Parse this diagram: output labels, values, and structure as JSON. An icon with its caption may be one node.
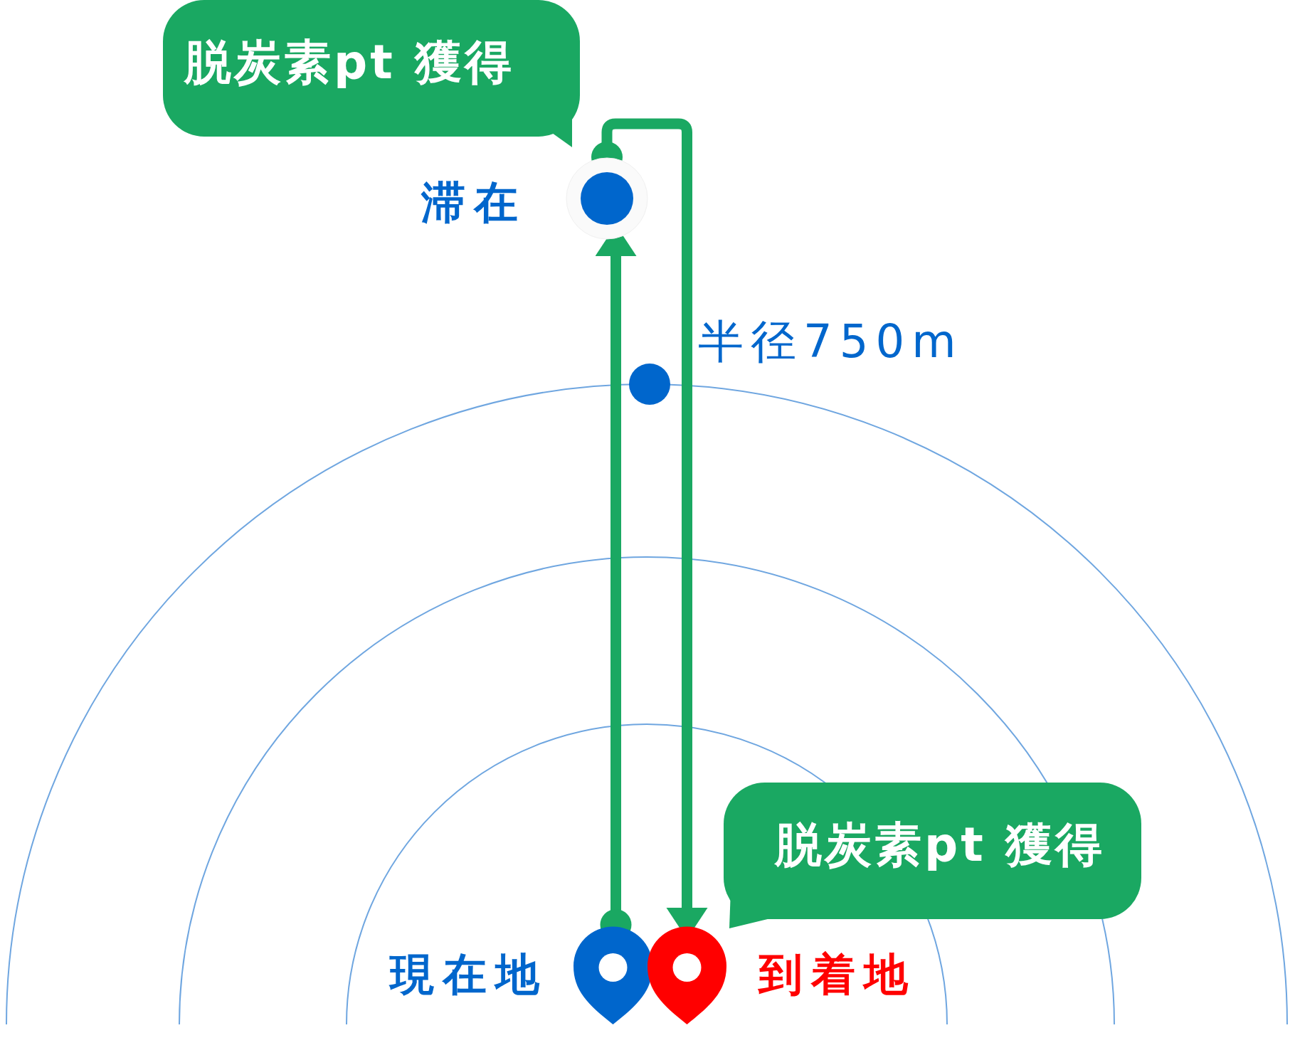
{
  "diagram": {
    "nodes": [
      {
        "text": [
          "脱炭素pt 獲得"
        ]
      },
      {
        "text": [],
        "shape": "circle",
        "beside": [
          "滞在"
        ]
      },
      {
        "text": [],
        "shape": "circle"
      },
      {
        "text": [],
        "shape": "pin",
        "beside": [
          "現在地"
        ]
      },
      {
        "text": [],
        "shape": "pin",
        "beside": [
          "到着地"
        ]
      },
      {
        "text": [
          "脱炭素pt 獲得"
        ]
      }
    ],
    "edges": [
      {
        "from": 3,
        "to": 1,
        "arrow": "to"
      },
      {
        "from": 1,
        "to": 4,
        "arrow": "to"
      }
    ],
    "labels": [
      "半径750m"
    ]
  }
}
